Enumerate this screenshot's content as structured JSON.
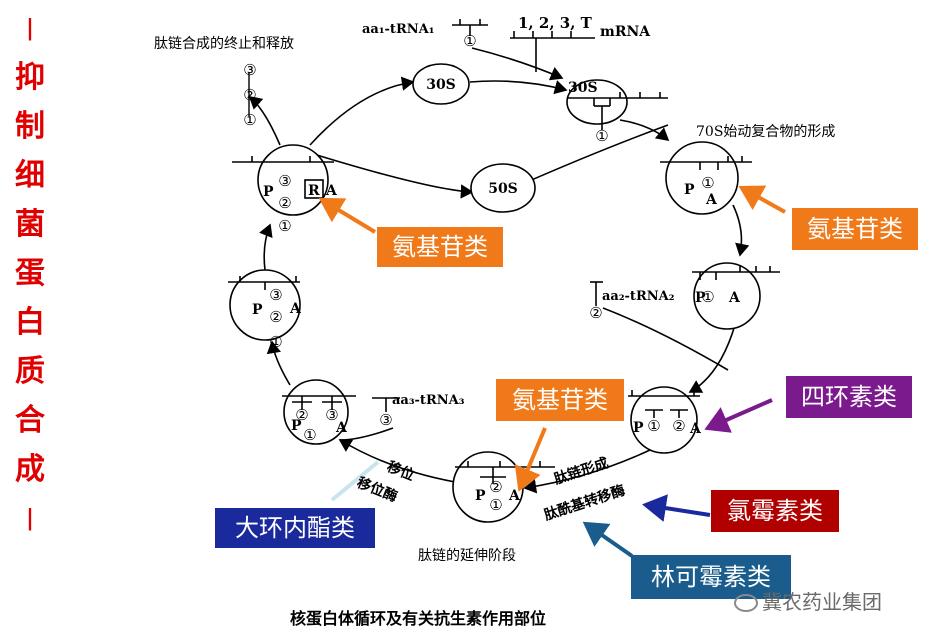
{
  "side_title": {
    "bar_top": "|",
    "chars": [
      "抑",
      "制",
      "细",
      "菌",
      "蛋",
      "白",
      "质",
      "合",
      "成"
    ],
    "bar_bottom": "|"
  },
  "labels": {
    "termination": "肽链合成的终止和释放",
    "aa1_trna": "aa₁-tRNA₁",
    "mrna_codons": "1, 2, 3, T",
    "mrna": "mRNA",
    "s30": "30S",
    "s30_top": "30S",
    "s50": "50S",
    "init_complex": "70S始动复合物的形成",
    "aa2_trna": "aa₂-tRNA₂",
    "aa3_trna": "aa₃-tRNA₃",
    "translocation": "移位",
    "translocase": "移位酶",
    "peptide_formation": "肽链形成",
    "peptidyl_transferase": "肽酰基转移酶",
    "elongation": "肽链的延伸阶段",
    "caption": "核蛋白体循环及有关抗生素作用部位"
  },
  "site_letters": {
    "P": "P",
    "A": "A",
    "R": "R"
  },
  "circled": {
    "one": "①",
    "two": "②",
    "three": "③"
  },
  "antibiotic_boxes": {
    "aminoglycoside_left": "氨基苷类",
    "aminoglycoside_right": "氨基苷类",
    "aminoglycoside_bottom": "氨基苷类",
    "tetracycline": "四环素类",
    "chloramphenicol": "氯霉素类",
    "macrolide": "大环内酯类",
    "lincomycin": "林可霉素类"
  },
  "colors": {
    "orange": "#f07a1a",
    "purple": "#7a1a8c",
    "navy": "#1a2a9c",
    "teal": "#1a5c8c",
    "title_red": "#e00000"
  },
  "watermark": "冀农药业集团"
}
